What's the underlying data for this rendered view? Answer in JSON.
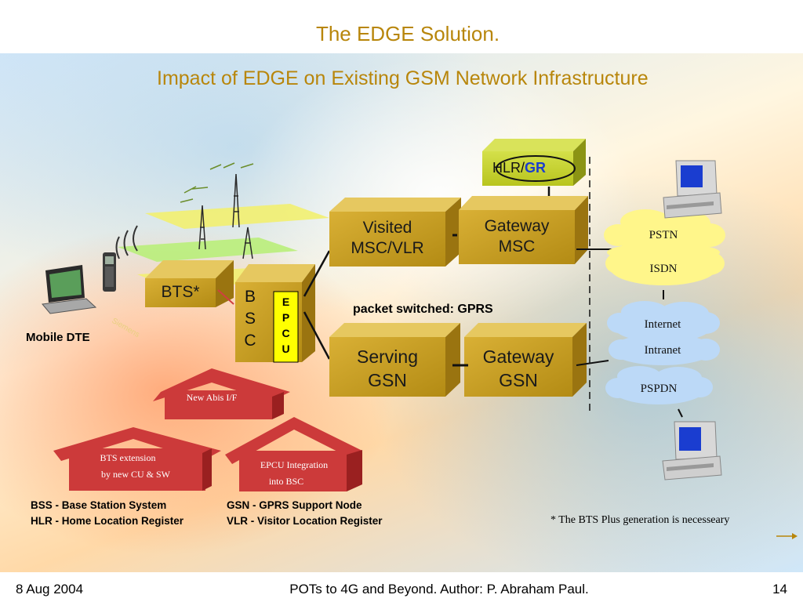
{
  "title": "The EDGE Solution.",
  "subtitle": "Impact of EDGE on Existing GSM Network Infrastructure",
  "nodes": {
    "bts": "BTS*",
    "bsc_letters": [
      "B",
      "S",
      "C"
    ],
    "epcu_letters": [
      "E",
      "P",
      "C",
      "U"
    ],
    "hlr_prefix": "HLR/",
    "hlr_highlight": "GR",
    "visited_msc": [
      "Visited",
      "MSC/VLR"
    ],
    "gateway_msc": [
      "Gateway",
      "MSC"
    ],
    "serving_gsn": [
      "Serving",
      "GSN"
    ],
    "gateway_gsn": [
      "Gateway",
      "GSN"
    ],
    "packet_label": "packet switched: GPRS",
    "mobile_dte": "Mobile DTE",
    "siemens": "Siemens"
  },
  "clouds": {
    "pstn": "PSTN",
    "isdn": "ISDN",
    "internet": "Internet",
    "intranet": "Intranet",
    "pspdn": "PSPDN"
  },
  "houses": {
    "abis": "New Abis I/F",
    "bts_ext": [
      "BTS extension",
      "by new CU & SW"
    ],
    "epcu_int": [
      "EPCU Integration",
      "into BSC"
    ]
  },
  "legend": {
    "col1": [
      "BSS - Base Station System",
      "HLR - Home Location Register"
    ],
    "col2": [
      "GSN - GPRS Support Node",
      "VLR - Visitor Location Register"
    ],
    "note": "* The BTS Plus generation is necesseary"
  },
  "footer": {
    "date": "8 Aug 2004",
    "center": "POTs to 4G and Beyond. Author: P. Abraham Paul.",
    "page": "14"
  },
  "colors": {
    "title": "#b8860b",
    "box_front": "#c9a12a",
    "house": "#cc3a3a",
    "cloud_yellow": "#fff68a",
    "cloud_blue": "#bcd9f7"
  }
}
